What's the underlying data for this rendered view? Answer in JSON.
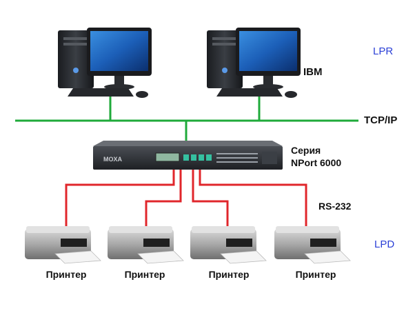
{
  "labels": {
    "lpr": "LPR",
    "ibm": "IBM",
    "tcpip": "TCP/IP",
    "series_line1": "Серия",
    "series_line2": "NPort 6000",
    "rs232": "RS-232",
    "lpd": "LPD",
    "device_brand": "MOXA"
  },
  "computers": [
    {
      "name": "computer-1"
    },
    {
      "name": "computer-2"
    }
  ],
  "printers": [
    {
      "label": "Принтер"
    },
    {
      "label": "Принтер"
    },
    {
      "label": "Принтер"
    },
    {
      "label": "Принтер"
    }
  ],
  "colors": {
    "network_line": "#1faa3a",
    "serial_line": "#e0262b",
    "protocol_text": "#2a3fd6",
    "device_body": "#2c2f33"
  }
}
